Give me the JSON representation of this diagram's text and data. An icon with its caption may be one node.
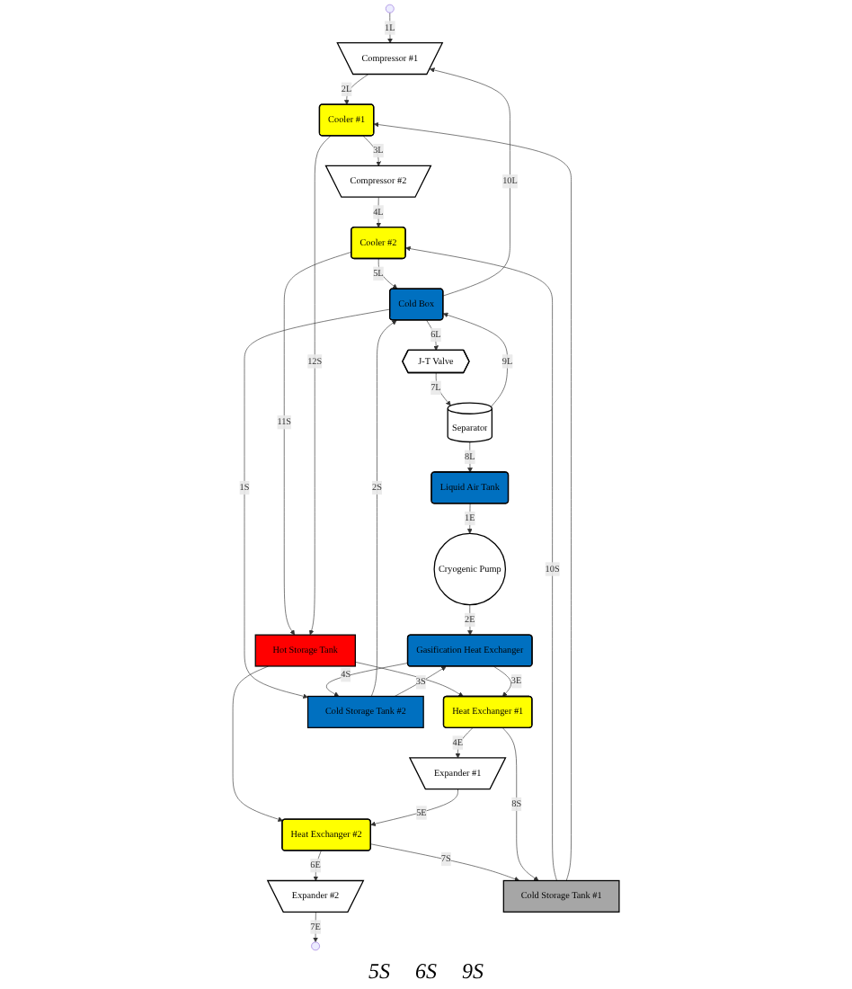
{
  "diagram": {
    "nodes": [
      {
        "text": [
          "Compressor #1"
        ]
      },
      {
        "text": [
          "Hot Storage Tank"
        ]
      },
      {
        "text": [
          "Expander #2"
        ]
      },
      {
        "text": [
          "Cooler #1"
        ]
      },
      {
        "text": [
          "Heat Exchanger #2"
        ]
      },
      {
        "text": [
          "Compressor #2"
        ]
      },
      {
        "text": [
          "Expander #1"
        ]
      },
      {
        "text": [
          "Cooler #2"
        ]
      },
      {
        "text": [
          "Heat Exchanger #1"
        ]
      },
      {
        "text": [
          "Cold Storage Tank #1"
        ]
      },
      {
        "text": [
          "Cold Box"
        ]
      },
      {
        "text": [
          "Cold Storage Tank #2"
        ]
      },
      {
        "text": [
          "Gasification Heat Exchanger"
        ]
      },
      {
        "text": [
          "J-T Valve"
        ]
      },
      {
        "text": [
          "Separator"
        ]
      },
      {
        "text": [
          "Cryogenic Pump"
        ]
      },
      {
        "text": [
          "Liquid Air Tank"
        ]
      }
    ],
    "edges": [
      {
        "from": null,
        "to": 0,
        "arrow": "to",
        "label": "1L"
      },
      {
        "from": 0,
        "to": 3,
        "arrow": "to",
        "label": "2L"
      },
      {
        "from": 3,
        "to": 5,
        "arrow": "to",
        "label": "3L"
      },
      {
        "from": 5,
        "to": 7,
        "arrow": "to",
        "label": "4L"
      },
      {
        "from": 7,
        "to": 10,
        "arrow": "to",
        "label": "5L"
      },
      {
        "from": 10,
        "to": 13,
        "arrow": "to",
        "label": "6L"
      },
      {
        "from": 13,
        "to": 14,
        "arrow": "to",
        "label": "7L"
      },
      {
        "from": 14,
        "to": 16,
        "arrow": "to",
        "label": "8L"
      },
      {
        "from": 14,
        "to": 10,
        "arrow": "to",
        "label": "9L"
      },
      {
        "from": 10,
        "to": 0,
        "arrow": "to",
        "label": "10L"
      },
      {
        "from": 9,
        "to": 7,
        "arrow": "to",
        "label": "10S"
      },
      {
        "from": 9,
        "to": 3,
        "arrow": "to"
      },
      {
        "from": 7,
        "to": 1,
        "arrow": "to",
        "label": "11S"
      },
      {
        "from": 3,
        "to": 1,
        "arrow": "to",
        "label": "12S"
      },
      {
        "from": 1,
        "to": 4,
        "arrow": "to"
      },
      {
        "from": 1,
        "to": 8,
        "arrow": "to"
      },
      {
        "from": 4,
        "to": 9,
        "arrow": "to",
        "label": "7S"
      },
      {
        "from": 8,
        "to": 9,
        "arrow": "to",
        "label": "8S"
      },
      {
        "from": 10,
        "to": 11,
        "arrow": "to",
        "label": "1S"
      },
      {
        "from": 11,
        "to": 10,
        "arrow": "to",
        "label": "2S"
      },
      {
        "from": 11,
        "to": 12,
        "arrow": "to",
        "label": "3S"
      },
      {
        "from": 12,
        "to": 11,
        "arrow": "to",
        "label": "4S"
      },
      {
        "from": 16,
        "to": 15,
        "arrow": "to",
        "label": "1E"
      },
      {
        "from": 15,
        "to": 12,
        "arrow": "to",
        "label": "2E"
      },
      {
        "from": 12,
        "to": 8,
        "arrow": "to",
        "label": "3E"
      },
      {
        "from": 8,
        "to": 6,
        "arrow": "to",
        "label": "4E"
      },
      {
        "from": 6,
        "to": 4,
        "arrow": "to",
        "label": "5E"
      },
      {
        "from": 4,
        "to": 2,
        "arrow": "to",
        "label": "6E"
      },
      {
        "from": 2,
        "to": null,
        "arrow": "to",
        "label": "7E"
      }
    ],
    "labels": [
      "5S",
      "6S",
      "9S"
    ]
  }
}
